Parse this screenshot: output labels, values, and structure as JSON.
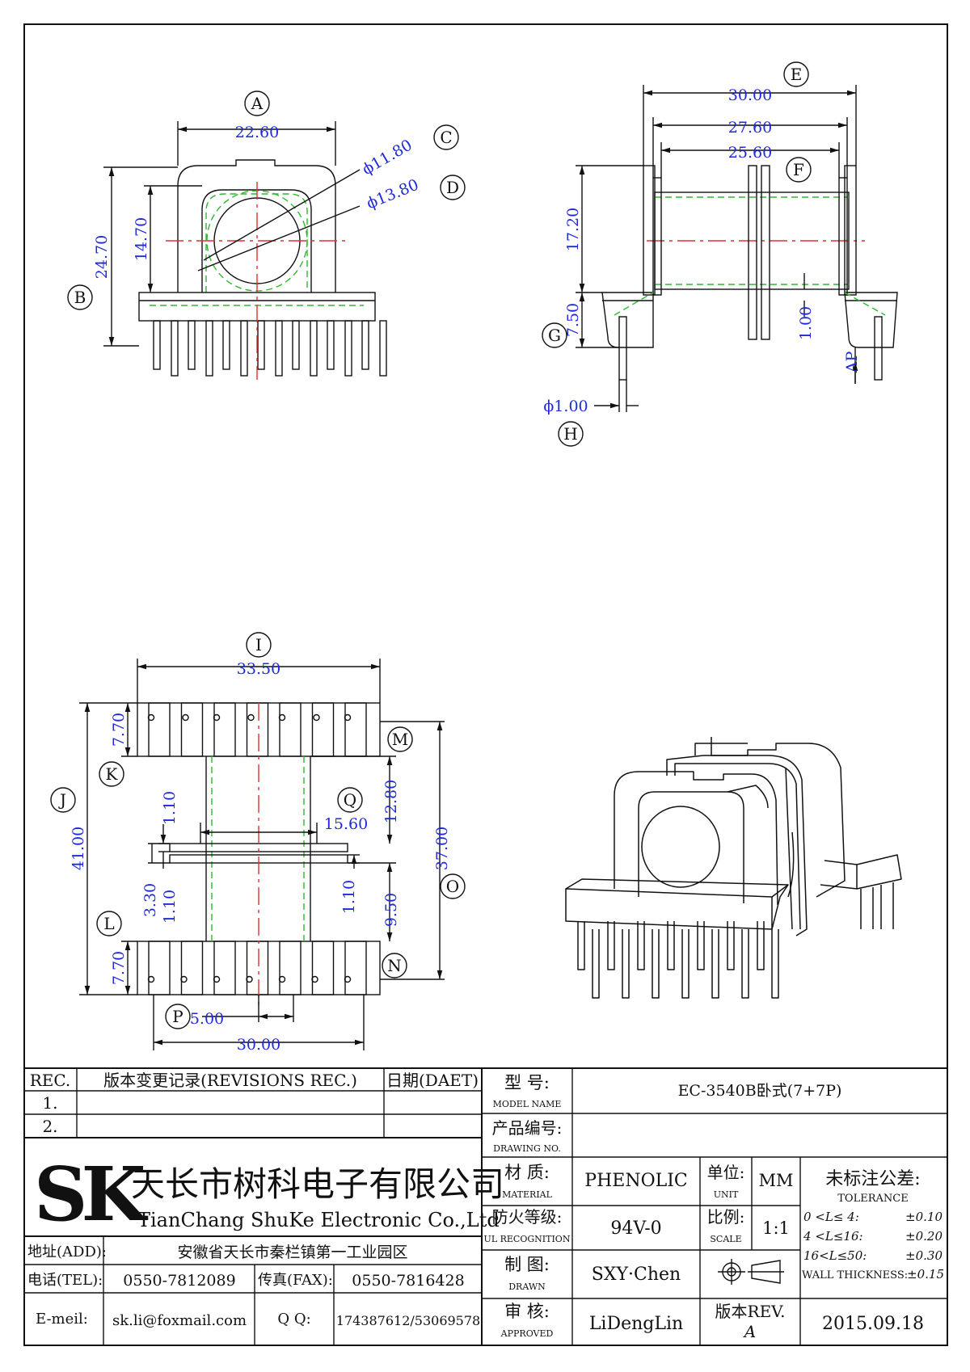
{
  "views": {
    "front": {
      "dims": {
        "width": "22.60",
        "height_total": "24.70",
        "height_core": "14.70",
        "d1": "ϕ11.80",
        "d2": "ϕ13.80"
      },
      "labels": {
        "a": "A",
        "b": "B",
        "c": "C",
        "d": "D"
      }
    },
    "side": {
      "dims": {
        "w1": "30.00",
        "w2": "27.60",
        "w3": "25.60",
        "h1": "17.20",
        "h2": "7.50",
        "t": "1.00",
        "pin_d": "ϕ1.00",
        "ap": "AP"
      },
      "labels": {
        "e": "E",
        "f": "F",
        "g": "G",
        "h": "H"
      }
    },
    "bottom": {
      "dims": {
        "width": "33.50",
        "total": "41.00",
        "row_h_top": "7.70",
        "row_h_bot": "7.70",
        "flange_w": "15.60",
        "t_top": "1.10",
        "t_bot_l": "1.10",
        "t_bot_r": "1.10",
        "gap": "3.30",
        "inner": "12.80",
        "inner_bot": "9.50",
        "span": "37.00",
        "pitch": "5.00",
        "pin_span": "30.00"
      },
      "labels": {
        "i": "I",
        "j": "J",
        "k": "K",
        "l": "L",
        "m": "M",
        "n": "N",
        "o": "O",
        "p": "P",
        "q": "Q"
      }
    }
  },
  "title_block": {
    "rev_header": "REC.",
    "rev_desc_header": "版本变更记录(REVISIONS REC.)",
    "rev_date_header": "日期(DAET)",
    "rev_rows": [
      "1.",
      "2."
    ],
    "company_logo": "SK",
    "company_cn": "天长市树科电子有限公司",
    "company_en": "TianChang ShuKe Electronic Co.,Ltd",
    "address_label": "地址(ADD):",
    "address": "安徽省天长市秦栏镇第一工业园区",
    "tel_label": "电话(TEL):",
    "tel": "0550-7812089",
    "fax_label": "传真(FAX):",
    "fax": "0550-7816428",
    "email_label": "E-meil:",
    "email": "sk.li@foxmail.com",
    "qq_label": "Q Q:",
    "qq": "174387612/53069578",
    "model_label_cn": "型   号:",
    "model_label_en": "MODEL NAME",
    "model": "EC-3540B卧式(7+7P)",
    "drawing_no_label_cn": "产品编号:",
    "drawing_no_label_en": "DRAWING NO.",
    "material_label_cn": "材   质:",
    "material_label_en": "MATERIAL",
    "material": "PHENOLIC",
    "unit_label_cn": "单位:",
    "unit_label_en": "UNIT",
    "unit": "MM",
    "fire_label_cn": "防火等级:",
    "fire_label_en": "UL RECOGNITION",
    "fire": "94V-0",
    "scale_label_cn": "比例:",
    "scale_label_en": "SCALE",
    "scale": "1:1",
    "drawn_label_cn": "制   图:",
    "drawn_label_en": "DRAWN",
    "drawn": "SXY·Chen",
    "approved_label_cn": "审   核:",
    "approved_label_en": "APPROVED",
    "approved": "LiDengLin",
    "rev_label": "版本REV.",
    "rev": "A",
    "date": "2015.09.18",
    "tol_title_cn": "未标注公差:",
    "tol_title_en": "TOLERANCE",
    "tol_rows": [
      {
        "range": "0  <L≤ 4:",
        "value": "±0.10"
      },
      {
        "range": "4  <L≤16:",
        "value": "±0.20"
      },
      {
        "range": "16<L≤50:",
        "value": "±0.30"
      }
    ],
    "wall_label": "WALL THICKNESS:",
    "wall_value": "±0.15"
  }
}
